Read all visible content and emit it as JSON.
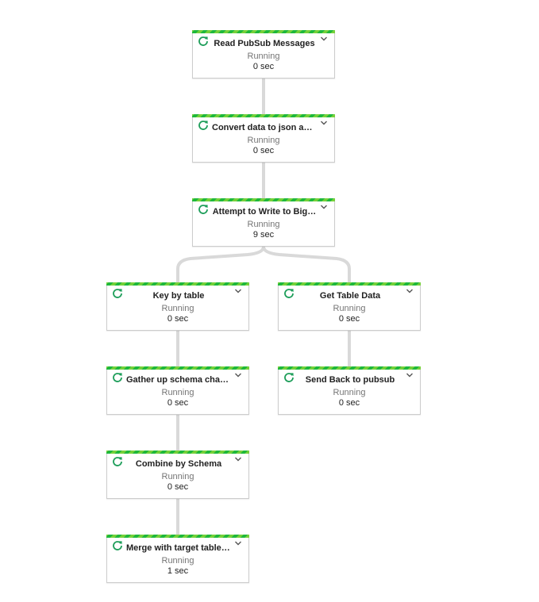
{
  "steps": [
    {
      "id": "read-pubsub-messages",
      "title": "Read PubSub Messages",
      "status": "Running",
      "duration": "0 sec"
    },
    {
      "id": "convert-data-to-json",
      "title": "Convert data to json an…",
      "status": "Running",
      "duration": "0 sec"
    },
    {
      "id": "attempt-to-write-to-bigquery",
      "title": "Attempt to Write to Big…",
      "status": "Running",
      "duration": "9 sec"
    },
    {
      "id": "key-by-table",
      "title": "Key by table",
      "status": "Running",
      "duration": "0 sec"
    },
    {
      "id": "get-table-data",
      "title": "Get Table Data",
      "status": "Running",
      "duration": "0 sec"
    },
    {
      "id": "gather-up-schema-changes",
      "title": "Gather up schema chan…",
      "status": "Running",
      "duration": "0 sec"
    },
    {
      "id": "send-back-to-pubsub",
      "title": "Send Back to pubsub",
      "status": "Running",
      "duration": "0 sec"
    },
    {
      "id": "combine-by-schema",
      "title": "Combine by Schema",
      "status": "Running",
      "duration": "0 sec"
    },
    {
      "id": "merge-with-target-table",
      "title": "Merge with target table …",
      "status": "Running",
      "duration": "1 sec"
    }
  ],
  "edges": [
    {
      "from": "read-pubsub-messages",
      "to": "convert-data-to-json"
    },
    {
      "from": "convert-data-to-json",
      "to": "attempt-to-write-to-bigquery"
    },
    {
      "from": "attempt-to-write-to-bigquery",
      "to": "key-by-table"
    },
    {
      "from": "attempt-to-write-to-bigquery",
      "to": "get-table-data"
    },
    {
      "from": "key-by-table",
      "to": "gather-up-schema-changes"
    },
    {
      "from": "get-table-data",
      "to": "send-back-to-pubsub"
    },
    {
      "from": "gather-up-schema-changes",
      "to": "combine-by-schema"
    },
    {
      "from": "combine-by-schema",
      "to": "merge-with-target-table"
    }
  ],
  "colors": {
    "running_stripe_light": "#76d13a",
    "running_stripe_dark": "#1eb83c",
    "status_icon": "#1e9e5a",
    "edge": "#d9d9d9"
  },
  "icons": {
    "status": "running-refresh-icon",
    "expand": "chevron-down-icon"
  }
}
